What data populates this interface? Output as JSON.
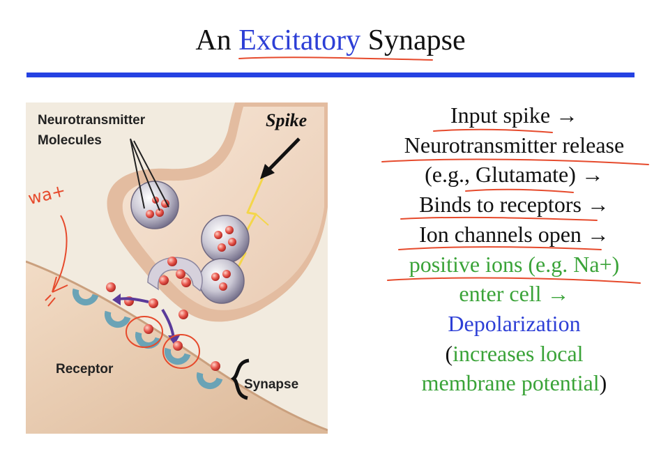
{
  "slide": {
    "title": {
      "prefix": "An ",
      "highlight": "Excitatory",
      "suffix": " Synapse"
    },
    "colors": {
      "title_highlight": "#2d3fd6",
      "rule": "#2542e2",
      "green_text": "#3aa338",
      "blue_text": "#2d3fd6",
      "annotation_ink": "#e64a2c"
    }
  },
  "figure": {
    "labels": {
      "neurotransmitter_line1": "Neurotransmitter",
      "neurotransmitter_line2": "Molecules",
      "spike": "Spike",
      "receptor": "Receptor",
      "synapse": "Synapse"
    },
    "handwritten_note": "wa+"
  },
  "steps": {
    "line1": "Input spike →",
    "line2": "Neurotransmitter release",
    "line3": "(e.g., Glutamate) →",
    "line4": "Binds to receptors →",
    "line5": "Ion channels open →",
    "line6": "positive ions (e.g. Na+)",
    "line7": "enter cell  →",
    "line8": "Depolarization",
    "line9_open": "(",
    "line9_green": "increases local",
    "line10_green": "membrane potential",
    "line10_close": ")"
  }
}
